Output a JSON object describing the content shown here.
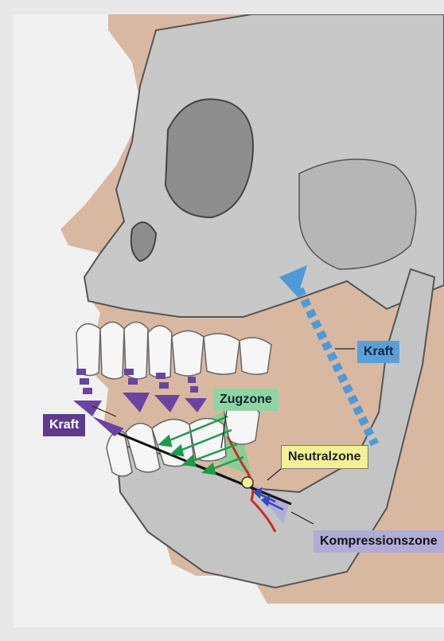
{
  "labels": {
    "kraft_left": "Kraft",
    "kraft_right": "Kraft",
    "zugzone": "Zugzone",
    "neutralzone": "Neutralzone",
    "kompressionszone": "Kompressionszone"
  },
  "colors": {
    "background": "#f1f1f1",
    "frame": "#e8e8e8",
    "skin": "#d9b8a2",
    "bone": "#c4c4c4",
    "bone_dark": "#9c9c9c",
    "teeth": "#f6f6f6",
    "kraft_arrow_left": "#6a44a0",
    "kraft_arrow_right": "#4e9ad6",
    "zug_zone": "#7fcf93",
    "neutral_zone": "#f4f096",
    "kompression_zone": "#b0acd6",
    "fracture_line": "#d02a2a"
  }
}
